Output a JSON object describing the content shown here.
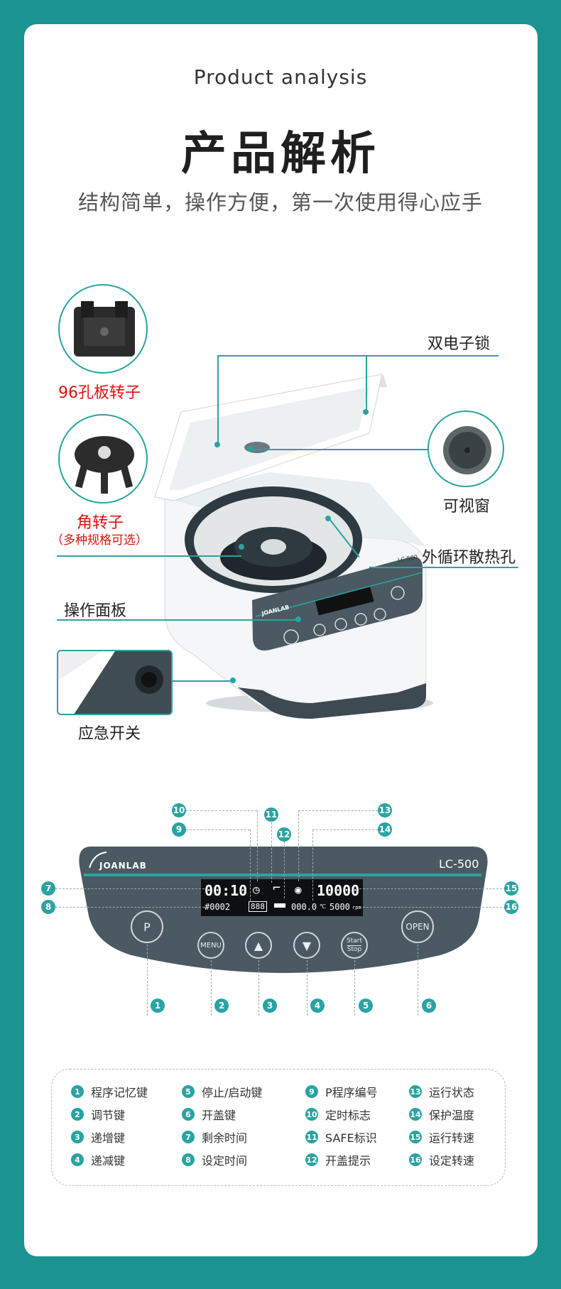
{
  "header": {
    "en_title": "Product analysis",
    "cn_title": "产品解析",
    "cn_subtitle": "结构简单，操作方便，第一次使用得心应手"
  },
  "features": {
    "rotor_96": "96孔板转子",
    "dual_lock": "双电子锁",
    "view_window": "可视窗",
    "angle_rotor": "角转子",
    "angle_rotor_note": "（多种规格可选）",
    "vent_holes": "外循环散热孔",
    "control_panel": "操作面板",
    "emergency_switch": "应急开关"
  },
  "device": {
    "model_small": "LC-500",
    "brand_small": "JOANLAB",
    "open_small": "OPEN"
  },
  "panel": {
    "brand": "JOANLAB",
    "model": "LC-500",
    "lcd": {
      "time_run": "00:10",
      "speed_run": "10000",
      "program": "#0002",
      "safe": "888",
      "temp": "000.0",
      "temp_unit": "℃",
      "speed_set": "5000",
      "speed_unit": "rpm"
    },
    "buttons": {
      "p": "P",
      "menu": "MENU",
      "up": "▲",
      "down": "▼",
      "start": "Start",
      "stop": "Stop",
      "open": "OPEN"
    }
  },
  "callout_numbers": [
    "1",
    "2",
    "3",
    "4",
    "5",
    "6",
    "7",
    "8",
    "9",
    "10",
    "11",
    "12",
    "13",
    "14",
    "15",
    "16"
  ],
  "legend": [
    {
      "num": "1",
      "text": "程序记忆键"
    },
    {
      "num": "2",
      "text": "调节键"
    },
    {
      "num": "3",
      "text": "递增键"
    },
    {
      "num": "4",
      "text": "递减键"
    },
    {
      "num": "5",
      "text": "停止/启动键"
    },
    {
      "num": "6",
      "text": "开盖键"
    },
    {
      "num": "7",
      "text": "剩余时间"
    },
    {
      "num": "8",
      "text": "设定时间"
    },
    {
      "num": "9",
      "text": "P程序编号"
    },
    {
      "num": "10",
      "text": "定时标志"
    },
    {
      "num": "11",
      "text": "SAFE标识"
    },
    {
      "num": "12",
      "text": "开盖提示"
    },
    {
      "num": "13",
      "text": "运行状态"
    },
    {
      "num": "14",
      "text": "保护温度"
    },
    {
      "num": "15",
      "text": "运行转速"
    },
    {
      "num": "16",
      "text": "设定转速"
    }
  ],
  "colors": {
    "background": "#1a9391",
    "accent": "#2aa3a2",
    "panel": "#4a5962",
    "highlight_red": "#e21010"
  }
}
